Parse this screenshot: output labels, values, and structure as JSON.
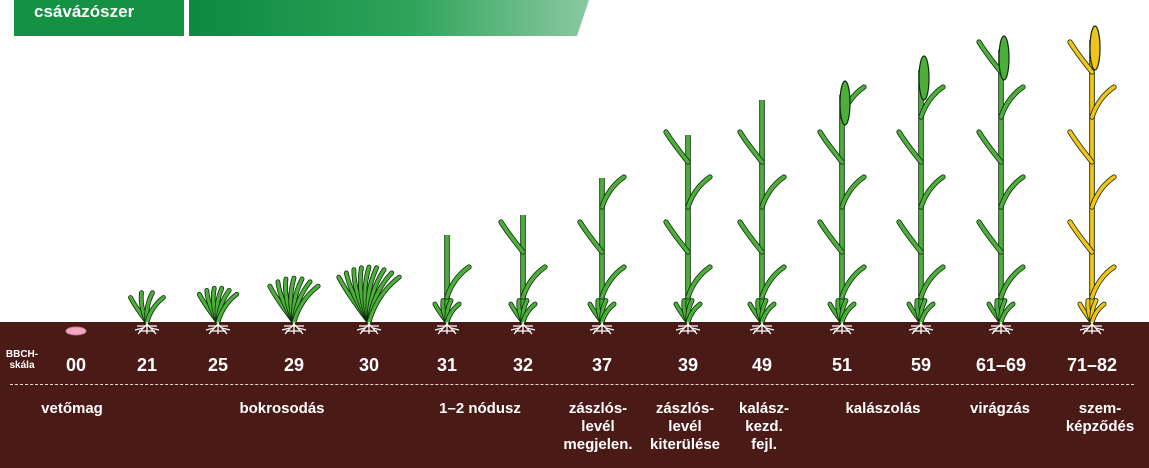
{
  "header": {
    "title": "csávázószer",
    "brand_green": "#159143"
  },
  "colors": {
    "soil": "#4a1a16",
    "plant_green": "#4caf3a",
    "plant_outline": "#0d2a0d",
    "ripe_yellow": "#f2c318",
    "seed_pink": "#f4a7c0"
  },
  "scale_label": "BBCH-\nskála",
  "stages": [
    {
      "code": "00",
      "label": ""
    },
    {
      "code": "21",
      "label": ""
    },
    {
      "code": "25",
      "label": ""
    },
    {
      "code": "29",
      "label": ""
    },
    {
      "code": "30",
      "label": ""
    },
    {
      "code": "31",
      "label": ""
    },
    {
      "code": "32",
      "label": ""
    },
    {
      "code": "37",
      "label": ""
    },
    {
      "code": "39",
      "label": ""
    },
    {
      "code": "49",
      "label": ""
    },
    {
      "code": "51",
      "label": ""
    },
    {
      "code": "59",
      "label": ""
    },
    {
      "code": "61–69",
      "label": ""
    },
    {
      "code": "71–82",
      "label": ""
    }
  ],
  "phase_labels": [
    {
      "text": "vetőmag"
    },
    {
      "text": "bokrosodás"
    },
    {
      "text": "1–2 nódusz"
    },
    {
      "text": "zászlós-\nlevél\nmegjelen."
    },
    {
      "text": "zászlós-\nlevél\nkiterülése"
    },
    {
      "text": "kalász-\nkezd.\nfejl."
    },
    {
      "text": "kalászolás"
    },
    {
      "text": "virágzás"
    },
    {
      "text": "szem-\nképződés"
    }
  ]
}
